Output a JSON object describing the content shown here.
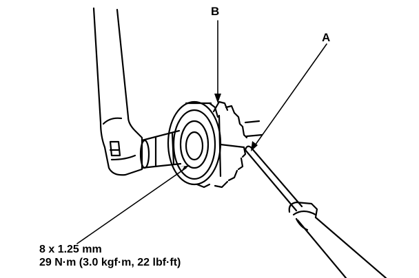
{
  "callouts": {
    "a": "A",
    "b": "B"
  },
  "specification": {
    "bolt_size": "8 x 1.25 mm",
    "torque": "29 N·m (3.0 kgf·m, 22 lbf·ft)"
  },
  "colors": {
    "ink": "#000000",
    "paper": "#ffffff"
  }
}
